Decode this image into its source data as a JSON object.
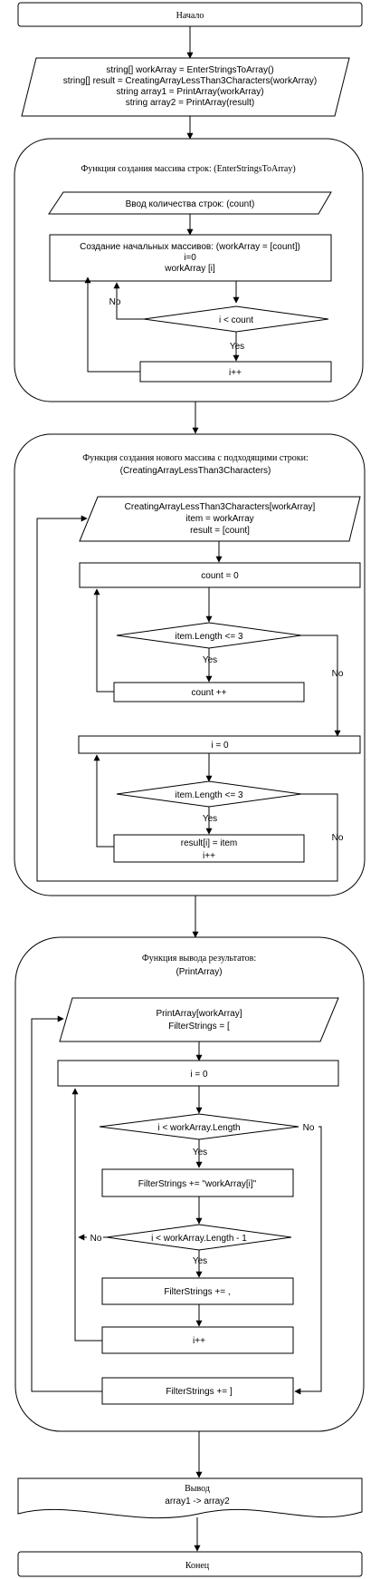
{
  "start": "Начало",
  "init": [
    "string[] workArray = EnterStringsToArray()",
    "string[] result = CreatingArrayLessThan3Characters(workArray)",
    "string array1 = PrintArray(workArray)",
    "string array2 = PrintArray(result)"
  ],
  "g1": {
    "title": "Функция создания массива строк: (EnterStringsToArray)",
    "input": "Ввод количества строк: (count)",
    "create": [
      "Создание начальных массивов: (workArray = [count])",
      "i=0",
      "workArray [i]"
    ],
    "cond": "i < count",
    "no": "No",
    "yes": "Yes",
    "inc": "i++"
  },
  "g2": {
    "title": [
      "Функция создания нового массива с подходящими строки:",
      "(CreatingArrayLessThan3Characters)"
    ],
    "io": [
      "CreatingArrayLessThan3Characters[workArray]",
      "item = workArray",
      "result = [count]"
    ],
    "count0": "count = 0",
    "cond1": "item.Length <= 3",
    "yes1": "Yes",
    "no1": "No",
    "countinc": "count ++",
    "i0": "i = 0",
    "cond2": "item.Length <= 3",
    "yes2": "Yes",
    "no2": "No",
    "assign": [
      "result[i] = item",
      "i++"
    ]
  },
  "g3": {
    "title": [
      "Функция вывода результатов:",
      "(PrintArray)"
    ],
    "io": [
      "PrintArray[workArray]",
      "FilterStrings = ["
    ],
    "i0": "i = 0",
    "cond1": "i < workArray.Length",
    "no1": "No",
    "yes1": "Yes",
    "append": "FilterStrings += \"workArray[i]\"",
    "cond2": "i < workArray.Length - 1",
    "no2": "No",
    "yes2": "Yes",
    "comma": "FilterStrings += ,",
    "inc": "i++",
    "close": "FilterStrings += ]"
  },
  "output": [
    "Вывод",
    "array1  ->  array2"
  ],
  "end": "Конец"
}
